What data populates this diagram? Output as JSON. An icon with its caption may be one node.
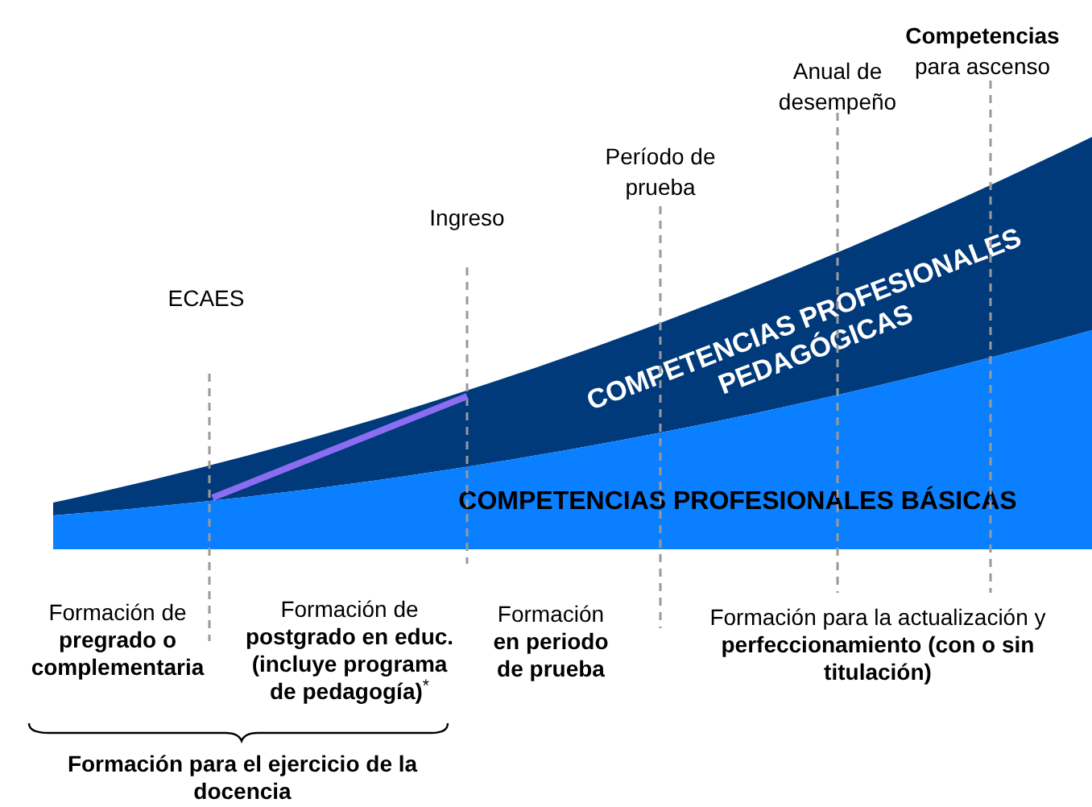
{
  "diagram": {
    "nodes": [
      {
        "text": [
          "COMPETENCIAS PROFESIONALES PEDAGÓGICAS"
        ]
      },
      {
        "text": [
          "COMPETENCIAS PROFESIONALES BÁSICAS"
        ]
      }
    ],
    "labels": [
      "ECAES",
      "Ingreso",
      "Período de prueba",
      "Anual de desempeño",
      "**Competencias** para ascenso",
      "Formación de **pregrado o complementaria**",
      "Formación de **postgrado en educ. (incluye programa de pedagogía)**$^{*}$",
      "Formación **en periodo de prueba**",
      "Formación para la actualización y **perfeccionamiento (con o sin titulación)**",
      "Formación para el ejercicio de la docencia"
    ]
  }
}
